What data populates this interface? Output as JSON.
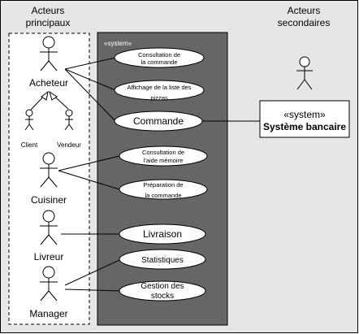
{
  "headers": {
    "principal_actors": [
      "Acteurs",
      "principaux"
    ],
    "secondary_actors": [
      "Acteurs",
      "secondaires"
    ]
  },
  "system_boundary": {
    "stereotype": "«system»"
  },
  "actors": {
    "acheteur": "Acheteur",
    "client": "Client",
    "vendeur": "Vendeur",
    "cuisinier": "Cuisiner",
    "livreur": "Livreur",
    "manager": "Manager"
  },
  "use_cases": {
    "consultation_commande": [
      "Consultation de",
      "la commande"
    ],
    "affichage_pizzas": [
      "Affichage de la liste des",
      "pizzas"
    ],
    "commande": [
      "Commande"
    ],
    "consultation_aide": [
      "Consultation de",
      "l'aide mémoire"
    ],
    "preparation_commande": [
      "Préparation de",
      "la commande"
    ],
    "livraison": [
      "Livraison"
    ],
    "statistiques": [
      "Statistiques"
    ],
    "gestion_stocks": [
      "Gestion des",
      "stocks"
    ]
  },
  "external_system": {
    "stereotype": "«system»",
    "name": "Système bancaire"
  },
  "colors": {
    "background": "#e6e6e6",
    "system_fill": "#666666",
    "use_case_fill": "#ffffff",
    "line": "#000000"
  }
}
